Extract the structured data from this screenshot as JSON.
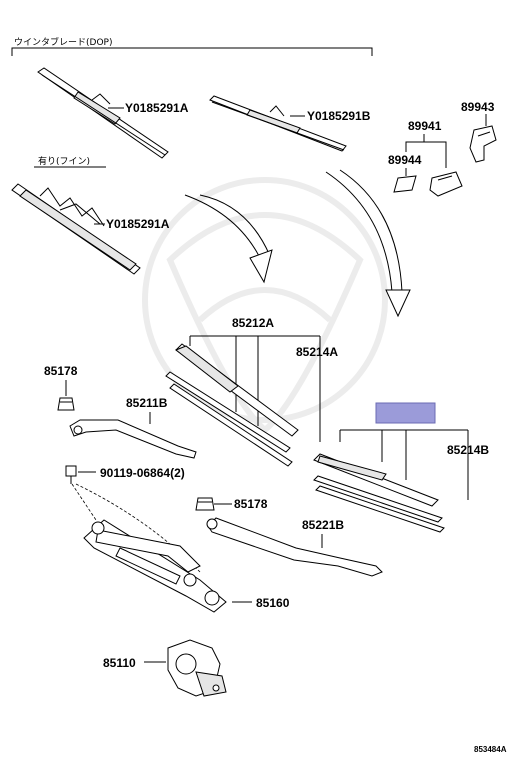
{
  "header": {
    "group_title": "ウインタブレード(DOP)",
    "subgroup_title": "有り(フイン)"
  },
  "parts": {
    "blade_dop_left": "Y0185291A",
    "blade_dop_right": "Y0185291B",
    "blade_fin": "Y0185291A",
    "p89943": "89943",
    "p89941": "89941",
    "p89944": "89944",
    "p85212A": "85212A",
    "p85214A": "85214A",
    "p85178_left": "85178",
    "p85211B": "85211B",
    "p90119": "90119-06864(2)",
    "p85178_center": "85178",
    "p85221B": "85221B",
    "p85160": "85160",
    "p85110": "85110",
    "p85214B": "85214B"
  },
  "highlight": {
    "color": "#9b9bd9"
  },
  "footer": {
    "diagram_code": "853484A"
  }
}
